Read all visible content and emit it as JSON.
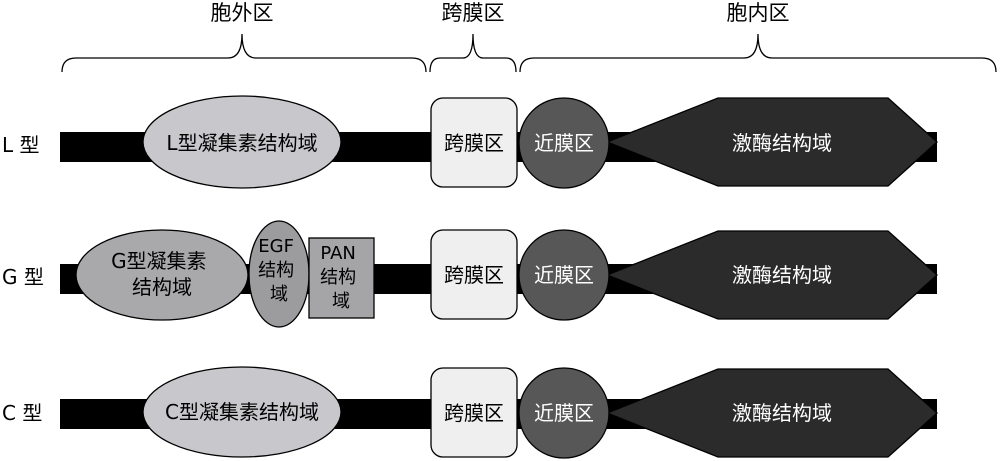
{
  "regions": {
    "extracellular": "胞外区",
    "transmembrane": "跨膜区",
    "intracellular": "胞内区"
  },
  "rows": [
    {
      "type_label": "L 型",
      "lectin_lines": [
        "L型凝集素结构域"
      ],
      "tm_label": "跨膜区",
      "jm_label": "近膜区",
      "kinase_label": "激酶结构域"
    },
    {
      "type_label": "G 型",
      "lectin_lines": [
        "G型凝集素",
        "结构域"
      ],
      "egf_lines": [
        "EGF",
        "结构",
        "域"
      ],
      "pan_lines": [
        "PAN",
        "结构",
        "域"
      ],
      "tm_label": "跨膜区",
      "jm_label": "近膜区",
      "kinase_label": "激酶结构域"
    },
    {
      "type_label": "C 型",
      "lectin_lines": [
        "C型凝集素结构域"
      ],
      "tm_label": "跨膜区",
      "jm_label": "近膜区",
      "kinase_label": "激酶结构域"
    }
  ],
  "colors": {
    "bar": "#000000",
    "lectin": "#c8c8cc",
    "lectin_g": "#a9a9ac",
    "egf": "#9c9c9f",
    "pan": "#a5a5a8",
    "tm": "#efefef",
    "jm": "#575757",
    "kinase": "#2b2b2b",
    "stroke": "#000000"
  }
}
